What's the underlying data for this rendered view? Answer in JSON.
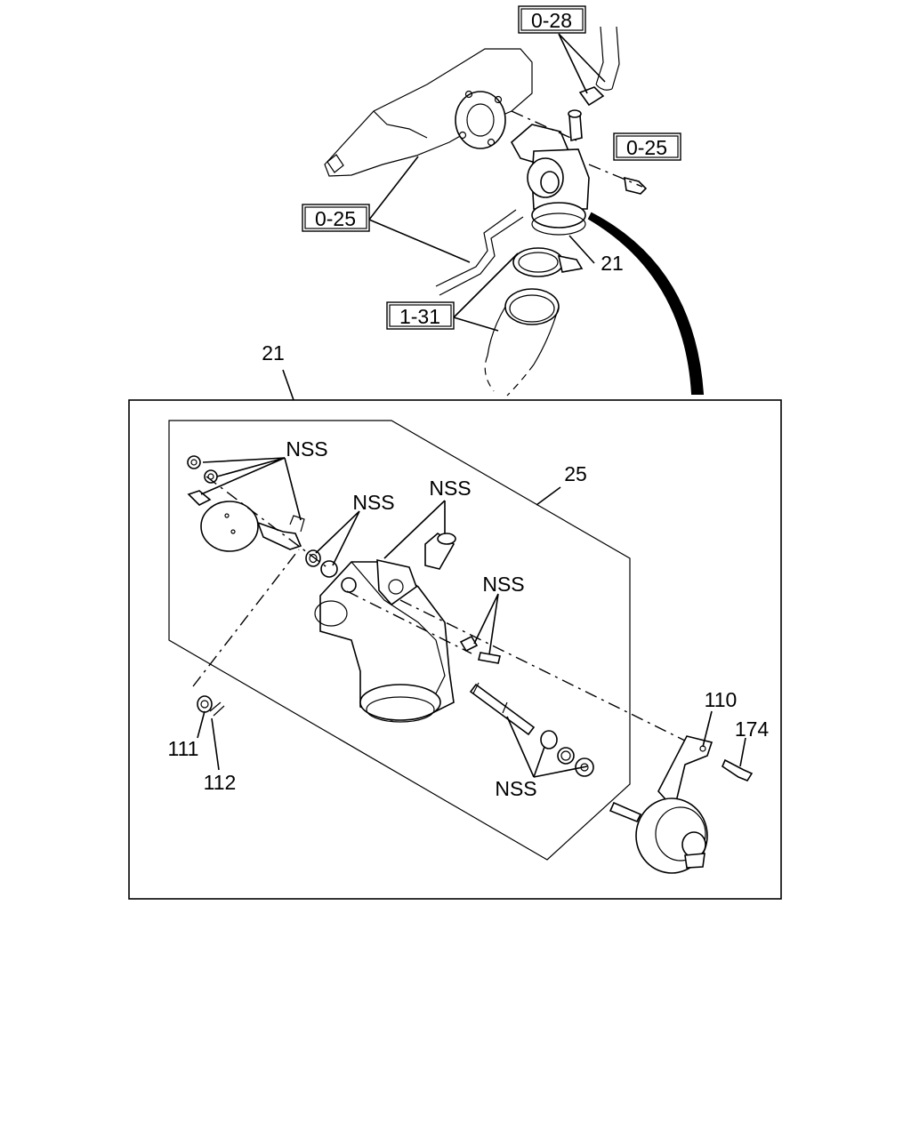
{
  "labels": {
    "ref_0_28": "0-28",
    "ref_0_25_right": "0-25",
    "ref_0_25_left": "0-25",
    "ref_1_31": "1-31",
    "part_21_top": "21",
    "part_21_box": "21",
    "part_25": "25",
    "nss_a": "NSS",
    "nss_b": "NSS",
    "nss_c": "NSS",
    "nss_d": "NSS",
    "nss_e": "NSS",
    "part_110": "110",
    "part_174": "174",
    "part_111": "111",
    "part_112": "112"
  }
}
